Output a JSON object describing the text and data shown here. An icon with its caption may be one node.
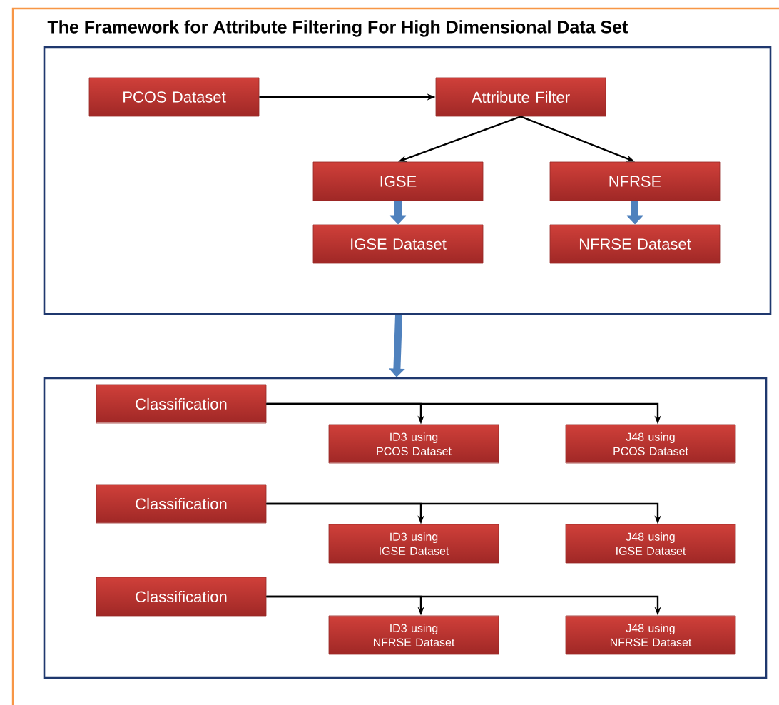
{
  "diagram": {
    "title": "The Framework for Attribute Filtering For High Dimensional Data Set",
    "nodes": [
      {
        "text": [],
        "shape": "box"
      },
      {
        "text": [
          "PCOS Dataset"
        ],
        "in": 0
      },
      {
        "text": [
          "Attribute Filter"
        ],
        "in": 0
      },
      {
        "text": [
          "IGSE"
        ],
        "in": 0
      },
      {
        "text": [
          "NFRSE"
        ],
        "in": 0
      },
      {
        "text": [
          "IGSE Dataset"
        ],
        "in": 0
      },
      {
        "text": [
          "NFRSE Dataset"
        ],
        "in": 0
      },
      {
        "text": [],
        "shape": "box"
      },
      {
        "text": [
          "Classification"
        ],
        "in": 7
      },
      {
        "text": [
          "ID3 using PCOS Dataset"
        ],
        "in": 7
      },
      {
        "text": [
          "J48 using PCOS Dataset"
        ],
        "in": 7
      },
      {
        "text": [
          "Classification"
        ],
        "in": 7
      },
      {
        "text": [
          "ID3 using IGSE Dataset"
        ],
        "in": 7
      },
      {
        "text": [
          "J48 using IGSE Dataset"
        ],
        "in": 7
      },
      {
        "text": [
          "Classification"
        ],
        "in": 7
      },
      {
        "text": [
          "ID3 using NFRSE Dataset"
        ],
        "in": 7
      },
      {
        "text": [
          "J48 using NFRSE Dataset"
        ],
        "in": 7
      }
    ],
    "edges": [
      {
        "from": 1,
        "to": 2,
        "arrow": "to"
      },
      {
        "from": 2,
        "to": 3,
        "arrow": "to"
      },
      {
        "from": 2,
        "to": 4,
        "arrow": "to"
      },
      {
        "from": 3,
        "to": 5,
        "arrow": "to",
        "style": "thick",
        "color": "#4f81bd"
      },
      {
        "from": 4,
        "to": 6,
        "arrow": "to",
        "style": "thick",
        "color": "#4f81bd"
      },
      {
        "from": 0,
        "to": 7,
        "arrow": "to",
        "style": "thick",
        "color": "#4f81bd"
      },
      {
        "from": 8,
        "to": 9,
        "arrow": "to"
      },
      {
        "from": 8,
        "to": 10,
        "arrow": "to"
      },
      {
        "from": 11,
        "to": 12,
        "arrow": "to"
      },
      {
        "from": 11,
        "to": 13,
        "arrow": "to"
      },
      {
        "from": 14,
        "to": 15,
        "arrow": "to"
      },
      {
        "from": 14,
        "to": 16,
        "arrow": "to"
      }
    ]
  }
}
